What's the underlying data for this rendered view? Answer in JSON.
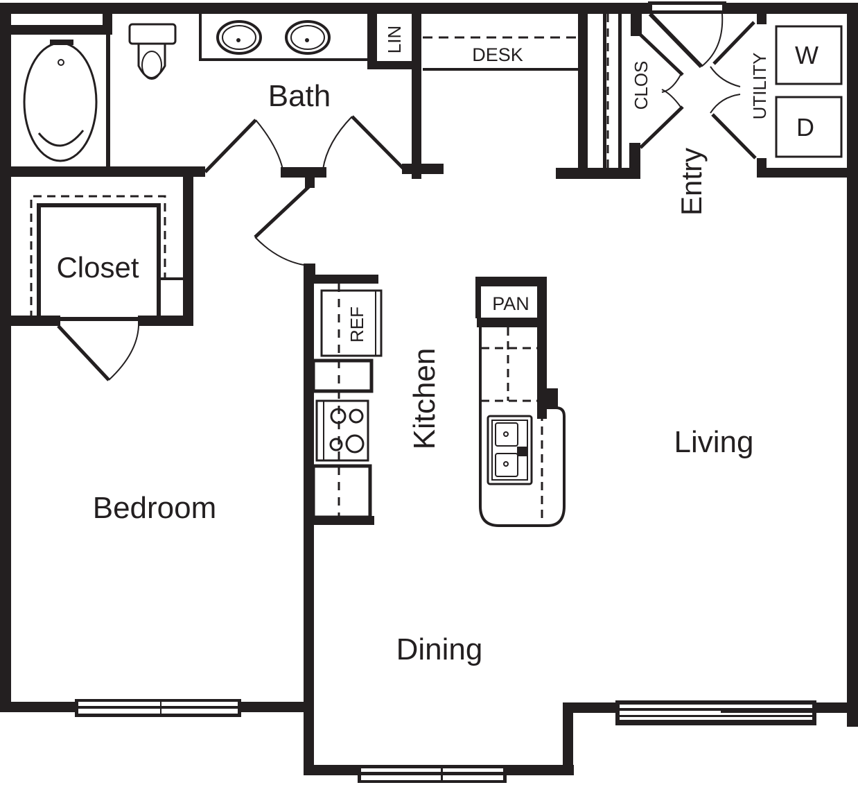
{
  "plan": {
    "rooms": {
      "bath": "Bath",
      "closet": "Closet",
      "bedroom": "Bedroom",
      "kitchen": "Kitchen",
      "living": "Living",
      "dining": "Dining",
      "entry": "Entry"
    },
    "fixtures": {
      "linen": "LIN",
      "desk": "DESK",
      "closet_small": "CLOS",
      "utility": "UTILITY",
      "washer": "W",
      "dryer": "D",
      "refrigerator": "REF",
      "pantry": "PAN"
    },
    "colors": {
      "wall": "#231f20",
      "background": "#ffffff"
    }
  }
}
